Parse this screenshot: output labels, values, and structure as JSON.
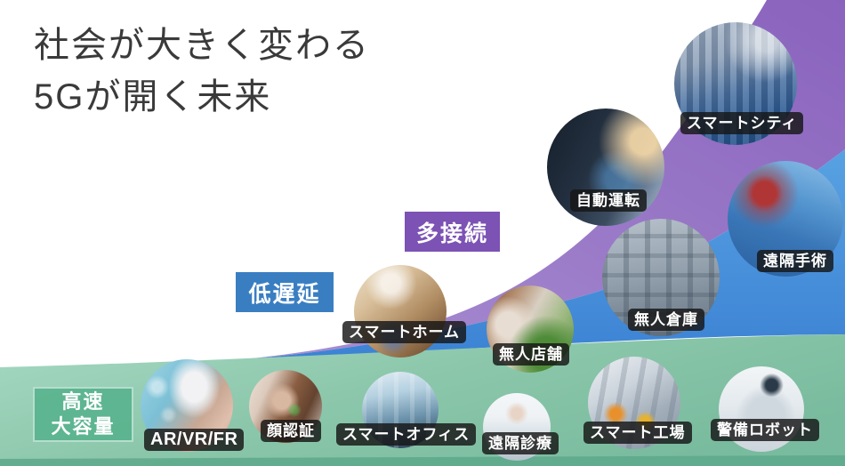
{
  "title": {
    "line1": "社会が大きく変わる",
    "line2": "5Gが開く未来"
  },
  "categories": {
    "high_speed": {
      "line1": "高速",
      "line2": "大容量",
      "color": "#55b28c"
    },
    "low_latency": {
      "label": "低遅延",
      "color": "#3a7ec2"
    },
    "multi_connection": {
      "label": "多接続",
      "color": "#7c52b4"
    }
  },
  "usecases": [
    {
      "label": "スマートシティ"
    },
    {
      "label": "自動運転"
    },
    {
      "label": "遠隔手術"
    },
    {
      "label": "無人倉庫"
    },
    {
      "label": "無人店舗"
    },
    {
      "label": "スマートホーム"
    },
    {
      "label": "AR/VR/FR"
    },
    {
      "label": "顔認証"
    },
    {
      "label": "スマートオフィス"
    },
    {
      "label": "遠隔診療"
    },
    {
      "label": "スマート工場"
    },
    {
      "label": "警備ロボット"
    }
  ],
  "colors": {
    "title_text": "#3a3a3a",
    "swoosh_purple": "#9678c6",
    "swoosh_blue": "#4690dd",
    "swoosh_green": "#8cc9ad",
    "swoosh_green_dark_strip": "#5da88b",
    "pill_background": "rgba(22,22,22,0.82)"
  }
}
